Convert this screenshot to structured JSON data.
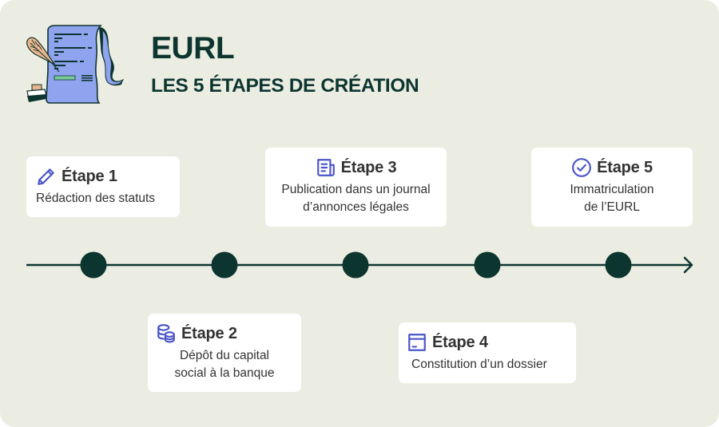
{
  "header": {
    "title": "EURL",
    "subtitle": "LES 5 ÉTAPES DE CRÉATION",
    "illustration": "document-scroll-with-quill-and-inkwell-illustration"
  },
  "colors": {
    "background": "#ECEDE2",
    "title": "#0D3530",
    "timeline": "#0D3530",
    "icon_accent": "#4A55C8",
    "card_background": "#FFFFFF",
    "card_text": "#333333",
    "scroll_paper": "#8FA3EE",
    "scroll_highlight": "#7ACB9B",
    "quill": "#E8B48E"
  },
  "steps": [
    {
      "label": "Étape 1",
      "description": "Rédaction des statuts",
      "icon": "pencil-icon",
      "position": "above"
    },
    {
      "label": "Étape 2",
      "description": "Dépôt du capital social à la banque",
      "icon": "coins-icon",
      "position": "below"
    },
    {
      "label": "Étape 3",
      "description": "Publication dans un journal d’annonces légales",
      "icon": "newspaper-icon",
      "position": "above"
    },
    {
      "label": "Étape 4",
      "description": "Constitution d’un dossier",
      "icon": "box-icon",
      "position": "below"
    },
    {
      "label": "Étape 5",
      "description": "Immatriculation de l’EURL",
      "icon": "check-circle-icon",
      "position": "above"
    }
  ]
}
